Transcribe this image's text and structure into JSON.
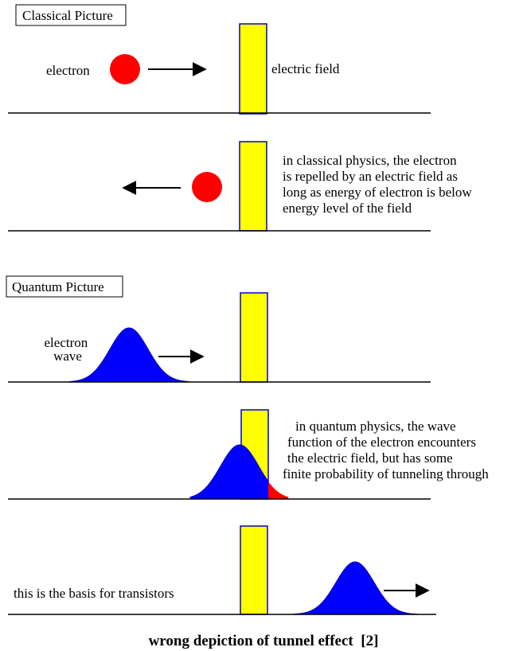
{
  "colors": {
    "barrier_fill": "#ffff00",
    "barrier_edge": "#0000cc",
    "electron": "#ff0000",
    "wave": "#0000ff",
    "tunnel_tail": "#ff0000",
    "line": "#000000"
  },
  "classical": {
    "section_label": "Classical Picture",
    "panel1": {
      "electron_label": "electron",
      "field_label": "electric field"
    },
    "panel2": {
      "note": [
        "in classical physics, the electron",
        "is repelled by an electric field as",
        "long as energy of electron is below",
        "energy level of the field"
      ]
    }
  },
  "quantum": {
    "section_label": "Quantum Picture",
    "panel3": {
      "wave_label": [
        "electron",
        "wave"
      ]
    },
    "panel4": {
      "note": [
        "in quantum physics, the wave",
        "function of the electron encounters",
        "the electric field, but has some",
        "finite probability of tunneling through"
      ]
    },
    "panel5": {
      "note": "this is the basis for transistors"
    }
  },
  "caption": "wrong depiction of tunnel effect  [2]",
  "icons": {
    "electron_particle": "red-circle",
    "arrow_right": "right-arrow-icon",
    "arrow_left": "left-arrow-icon"
  }
}
